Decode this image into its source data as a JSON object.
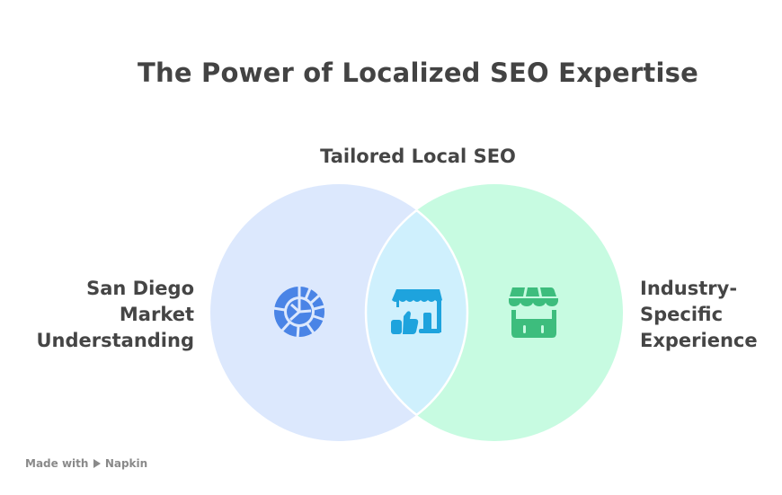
{
  "title": "The Power of Localized SEO Expertise",
  "diagram": {
    "type": "venn",
    "sets": [
      {
        "label": "San Diego Market Understanding",
        "lines": [
          "San Diego",
          "Market",
          "Understanding"
        ],
        "icon": "pie-chart-icon",
        "fill": "#dce8fd",
        "icon_color": "#4a84e6"
      },
      {
        "label": "Industry-Specific Experience",
        "lines": [
          "Industry-",
          "Specific",
          "Experience"
        ],
        "icon": "storefront-icon",
        "fill": "#c7fbe1",
        "icon_color": "#3dbd7d"
      }
    ],
    "intersection": {
      "label": "Tailored Local SEO",
      "icon": "store-thumbs-up-icon",
      "fill": "#cff0fd",
      "icon_color": "#1ea3dd"
    }
  },
  "footer": {
    "prefix": "Made with",
    "brand": "Napkin"
  }
}
